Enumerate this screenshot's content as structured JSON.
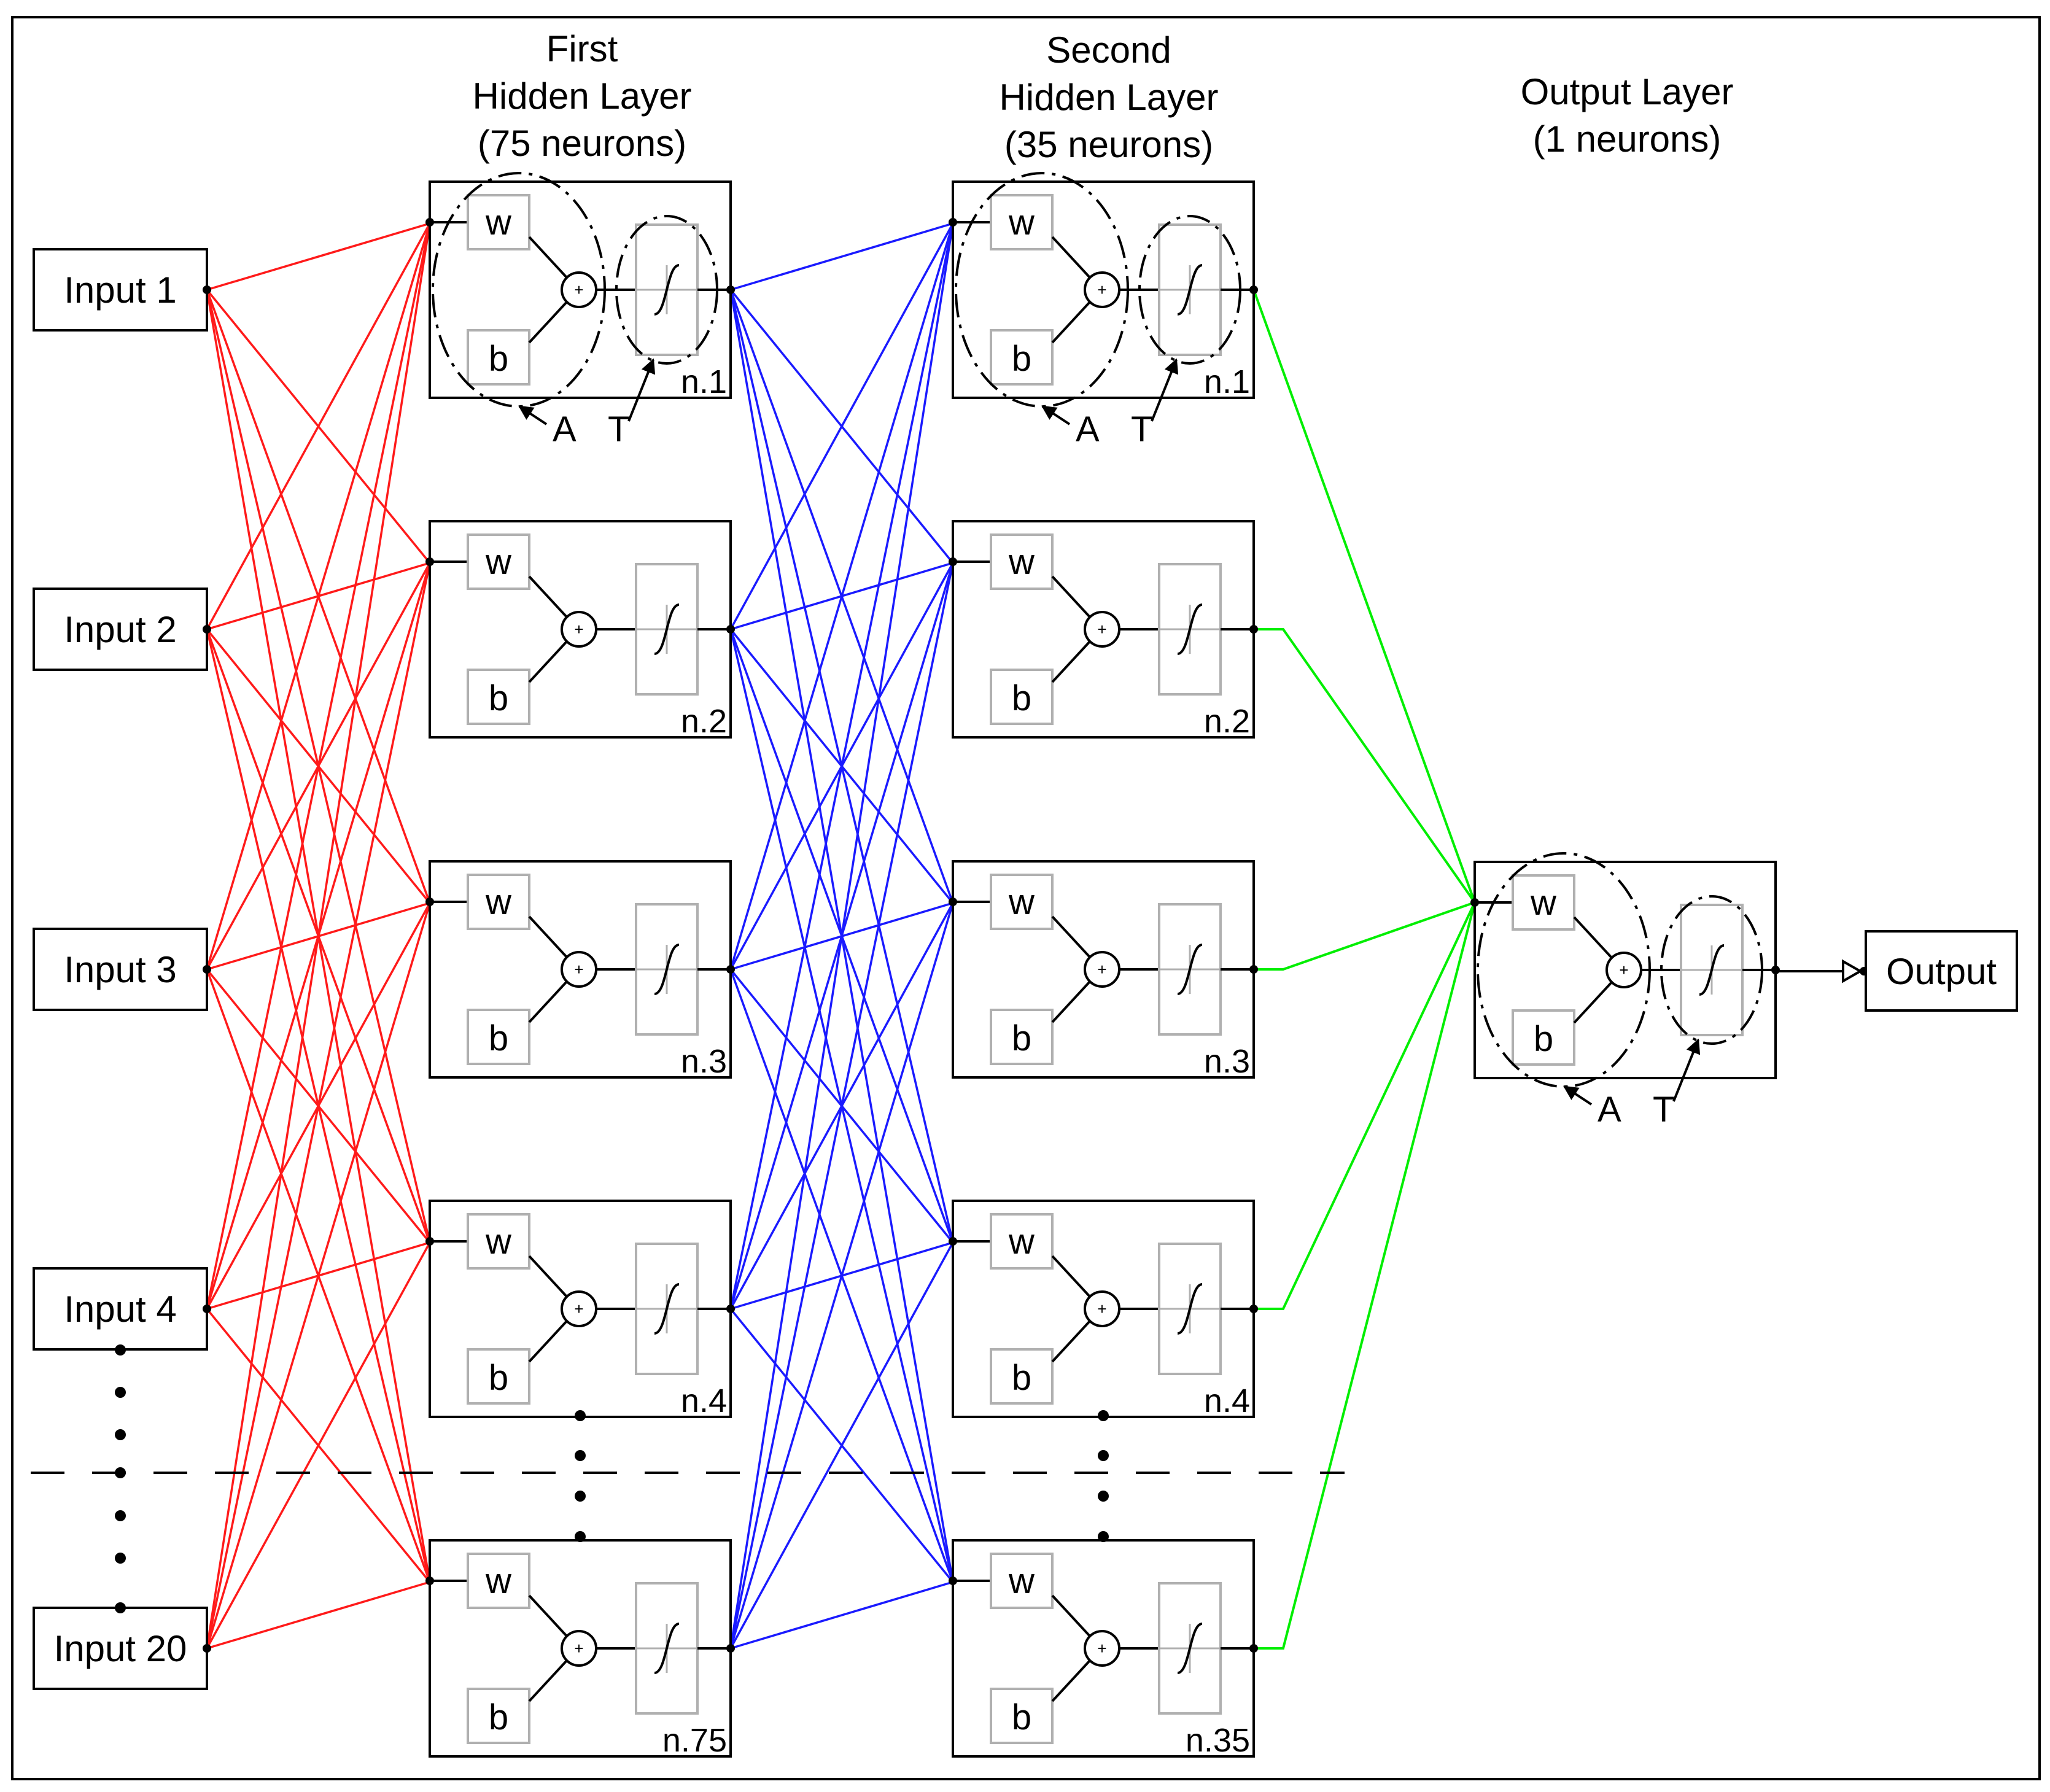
{
  "colors": {
    "input_to_hidden1": "#ff1a1a",
    "hidden1_to_hidden2": "#1a1aff",
    "hidden2_to_output": "#00ee00",
    "outline": "#000000",
    "block_gray": "#b0b0b0"
  },
  "inputs": [
    "Input 1",
    "Input 2",
    "Input 3",
    "Input 4",
    "Input 20"
  ],
  "layers": {
    "hidden1": {
      "title_lines": [
        "First",
        "Hidden Layer",
        "(75 neurons)"
      ],
      "neurons": [
        "n.1",
        "n.2",
        "n.3",
        "n.4",
        "n.75"
      ]
    },
    "hidden2": {
      "title_lines": [
        "Second",
        "Hidden Layer",
        "(35 neurons)"
      ],
      "neurons": [
        "n.1",
        "n.2",
        "n.3",
        "n.4",
        "n.35"
      ]
    },
    "output": {
      "title_lines": [
        "Output Layer",
        "(1 neurons)"
      ]
    }
  },
  "neuron_parts": {
    "weight": "w",
    "bias": "b",
    "sum": "+",
    "activation_marker": "A",
    "transfer_marker": "T"
  },
  "output_label": "Output",
  "icons": [
    "sigmoid-transfer-icon",
    "summation-icon",
    "ellipsis-dots-icon"
  ]
}
